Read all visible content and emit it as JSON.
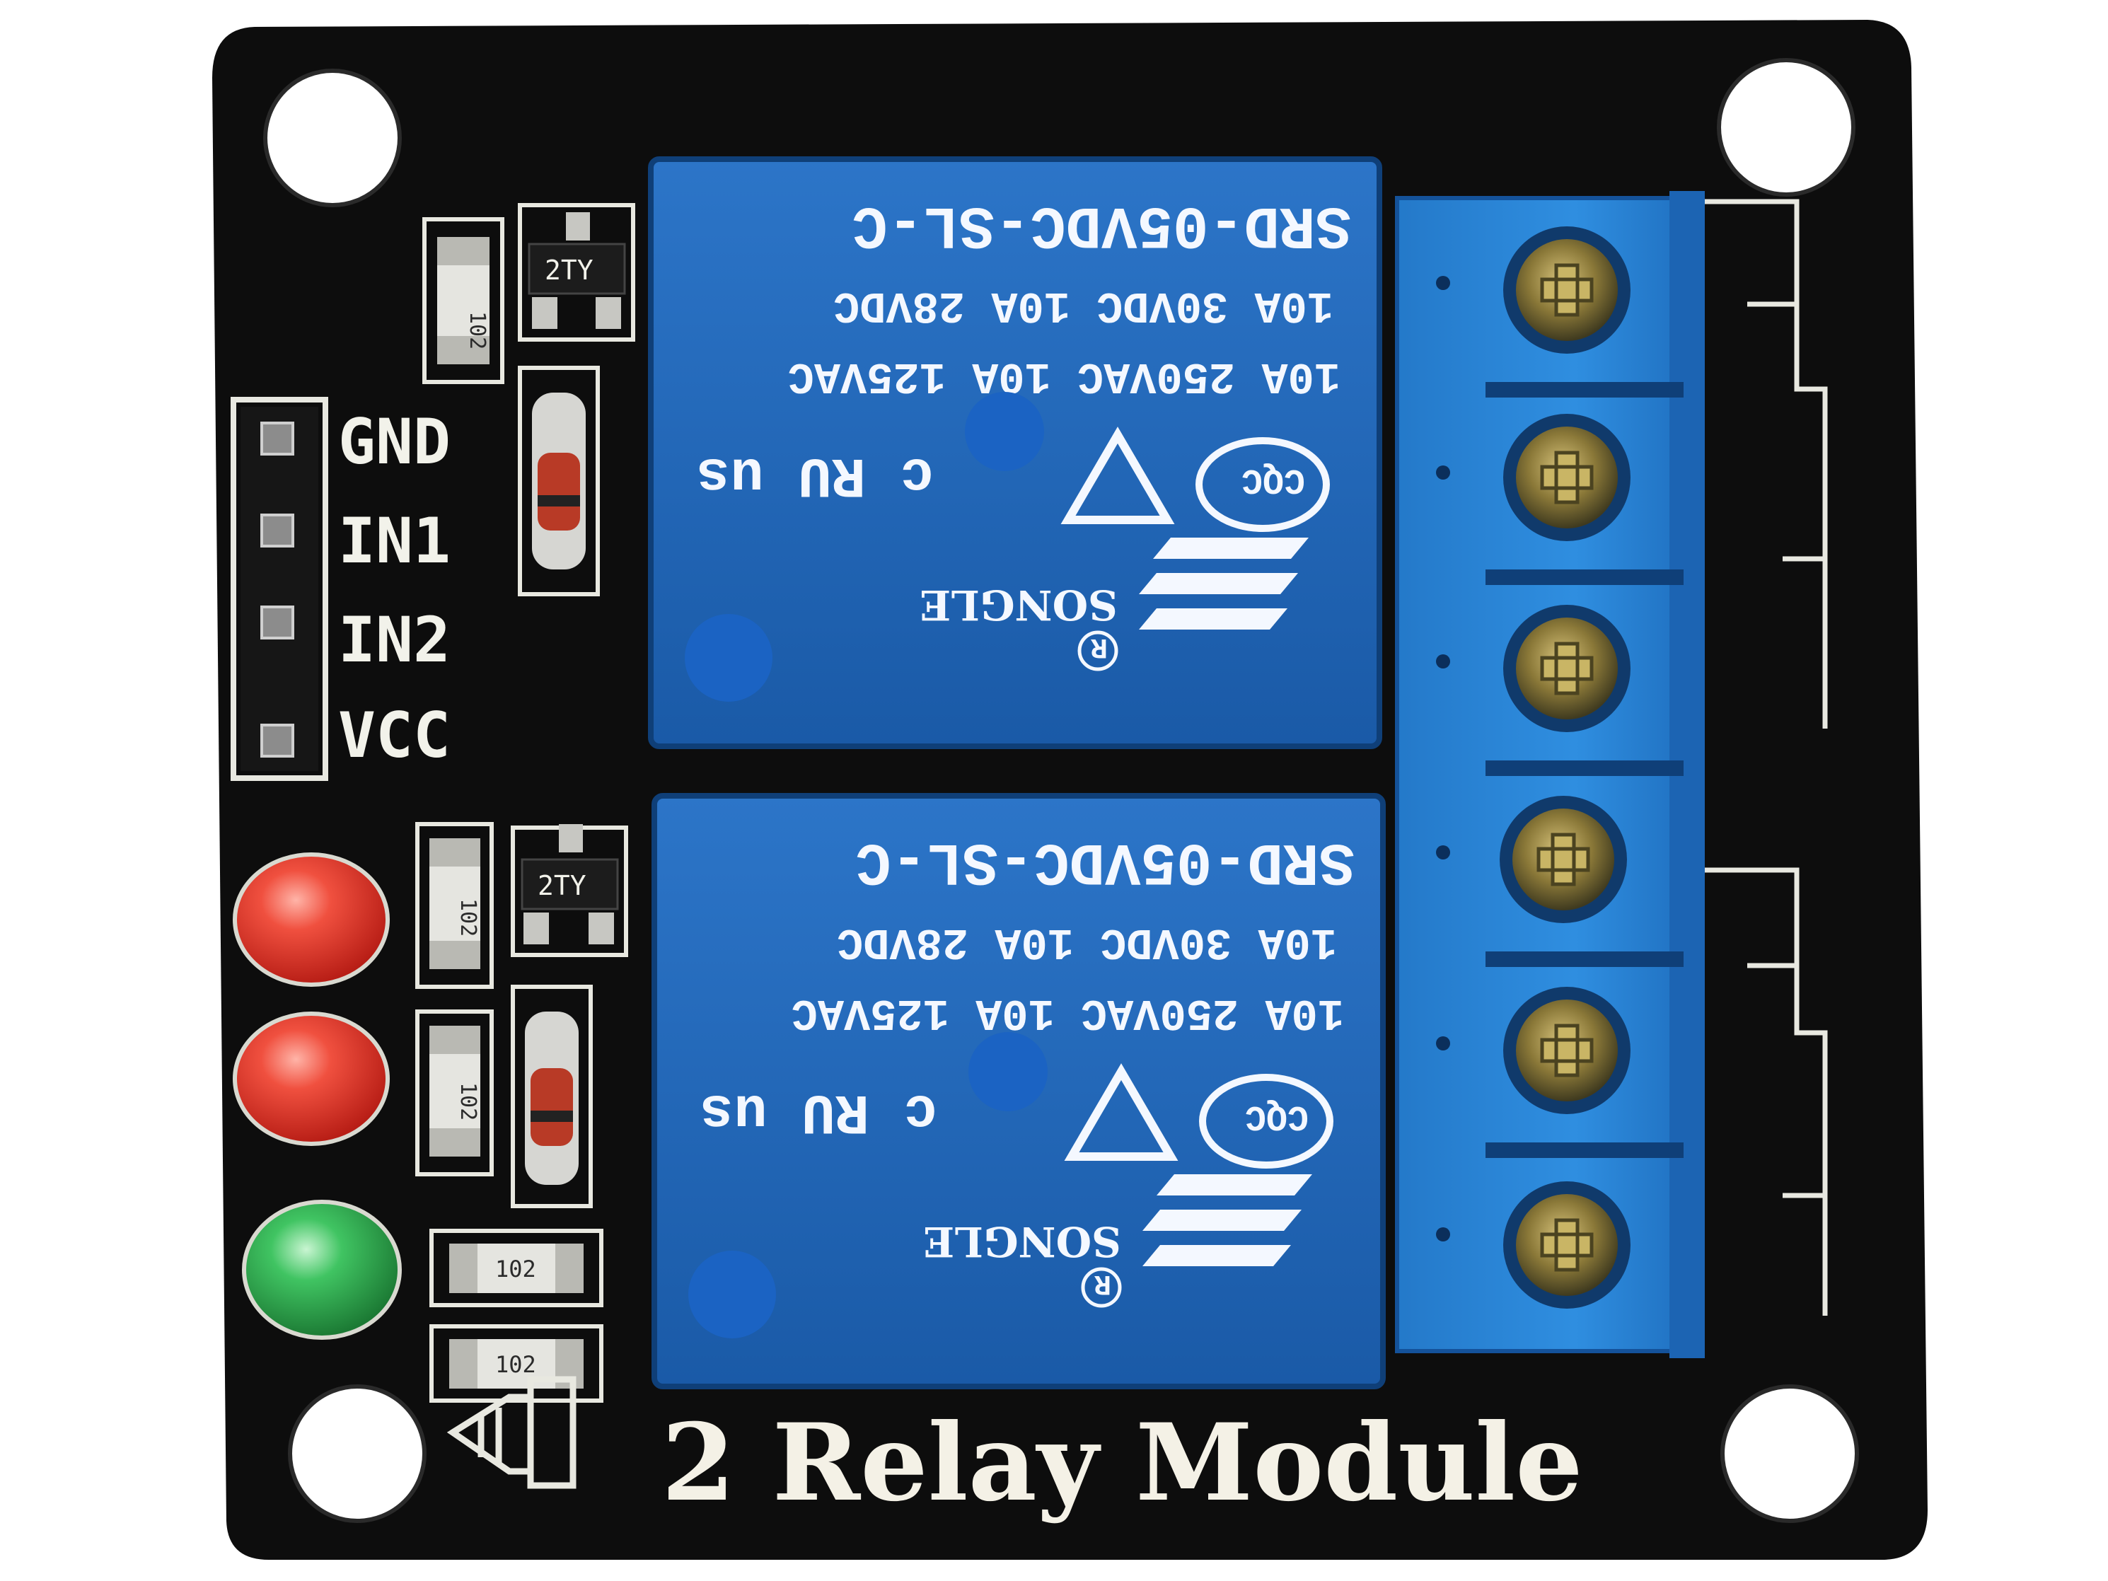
{
  "board": {
    "title": "2 Relay Module",
    "pins": [
      "GND",
      "IN1",
      "IN2",
      "VCC"
    ]
  },
  "relays": [
    {
      "model": "SRD-05VDC-SL-C",
      "rating_dc": "10A 30VDC 10A 28VDC",
      "rating_ac": "10A 250VAC 10A 125VAC",
      "brand": "SONGLE",
      "cert": "CQC",
      "ul_mark": "c RU us",
      "registered": "R"
    },
    {
      "model": "SRD-05VDC-SL-C",
      "rating_dc": "10A 30VDC 10A 28VDC",
      "rating_ac": "10A 250VAC 10A 125VAC",
      "brand": "SONGLE",
      "cert": "CQC",
      "ul_mark": "c RU us",
      "registered": "R"
    }
  ],
  "smd_markings": {
    "transistor_top": "2TY",
    "transistor_bottom": "2TY",
    "resistor_top": "102",
    "resistor_mid_1": "102",
    "resistor_mid_2": "102",
    "resistor_low_1": "102",
    "resistor_low_2": "102"
  },
  "colors": {
    "pcb": "#0d0d0d",
    "relay_blue": "#1f63b5",
    "terminal_blue": "#2b86d6",
    "led_red": "#e8362b",
    "led_green": "#2ea84a",
    "silkscreen": "#f2f2ea"
  },
  "icons": [
    "screw-icon",
    "mounting-hole-icon",
    "led-icon",
    "cqc-icon",
    "ul-icon",
    "songle-logo-icon"
  ]
}
